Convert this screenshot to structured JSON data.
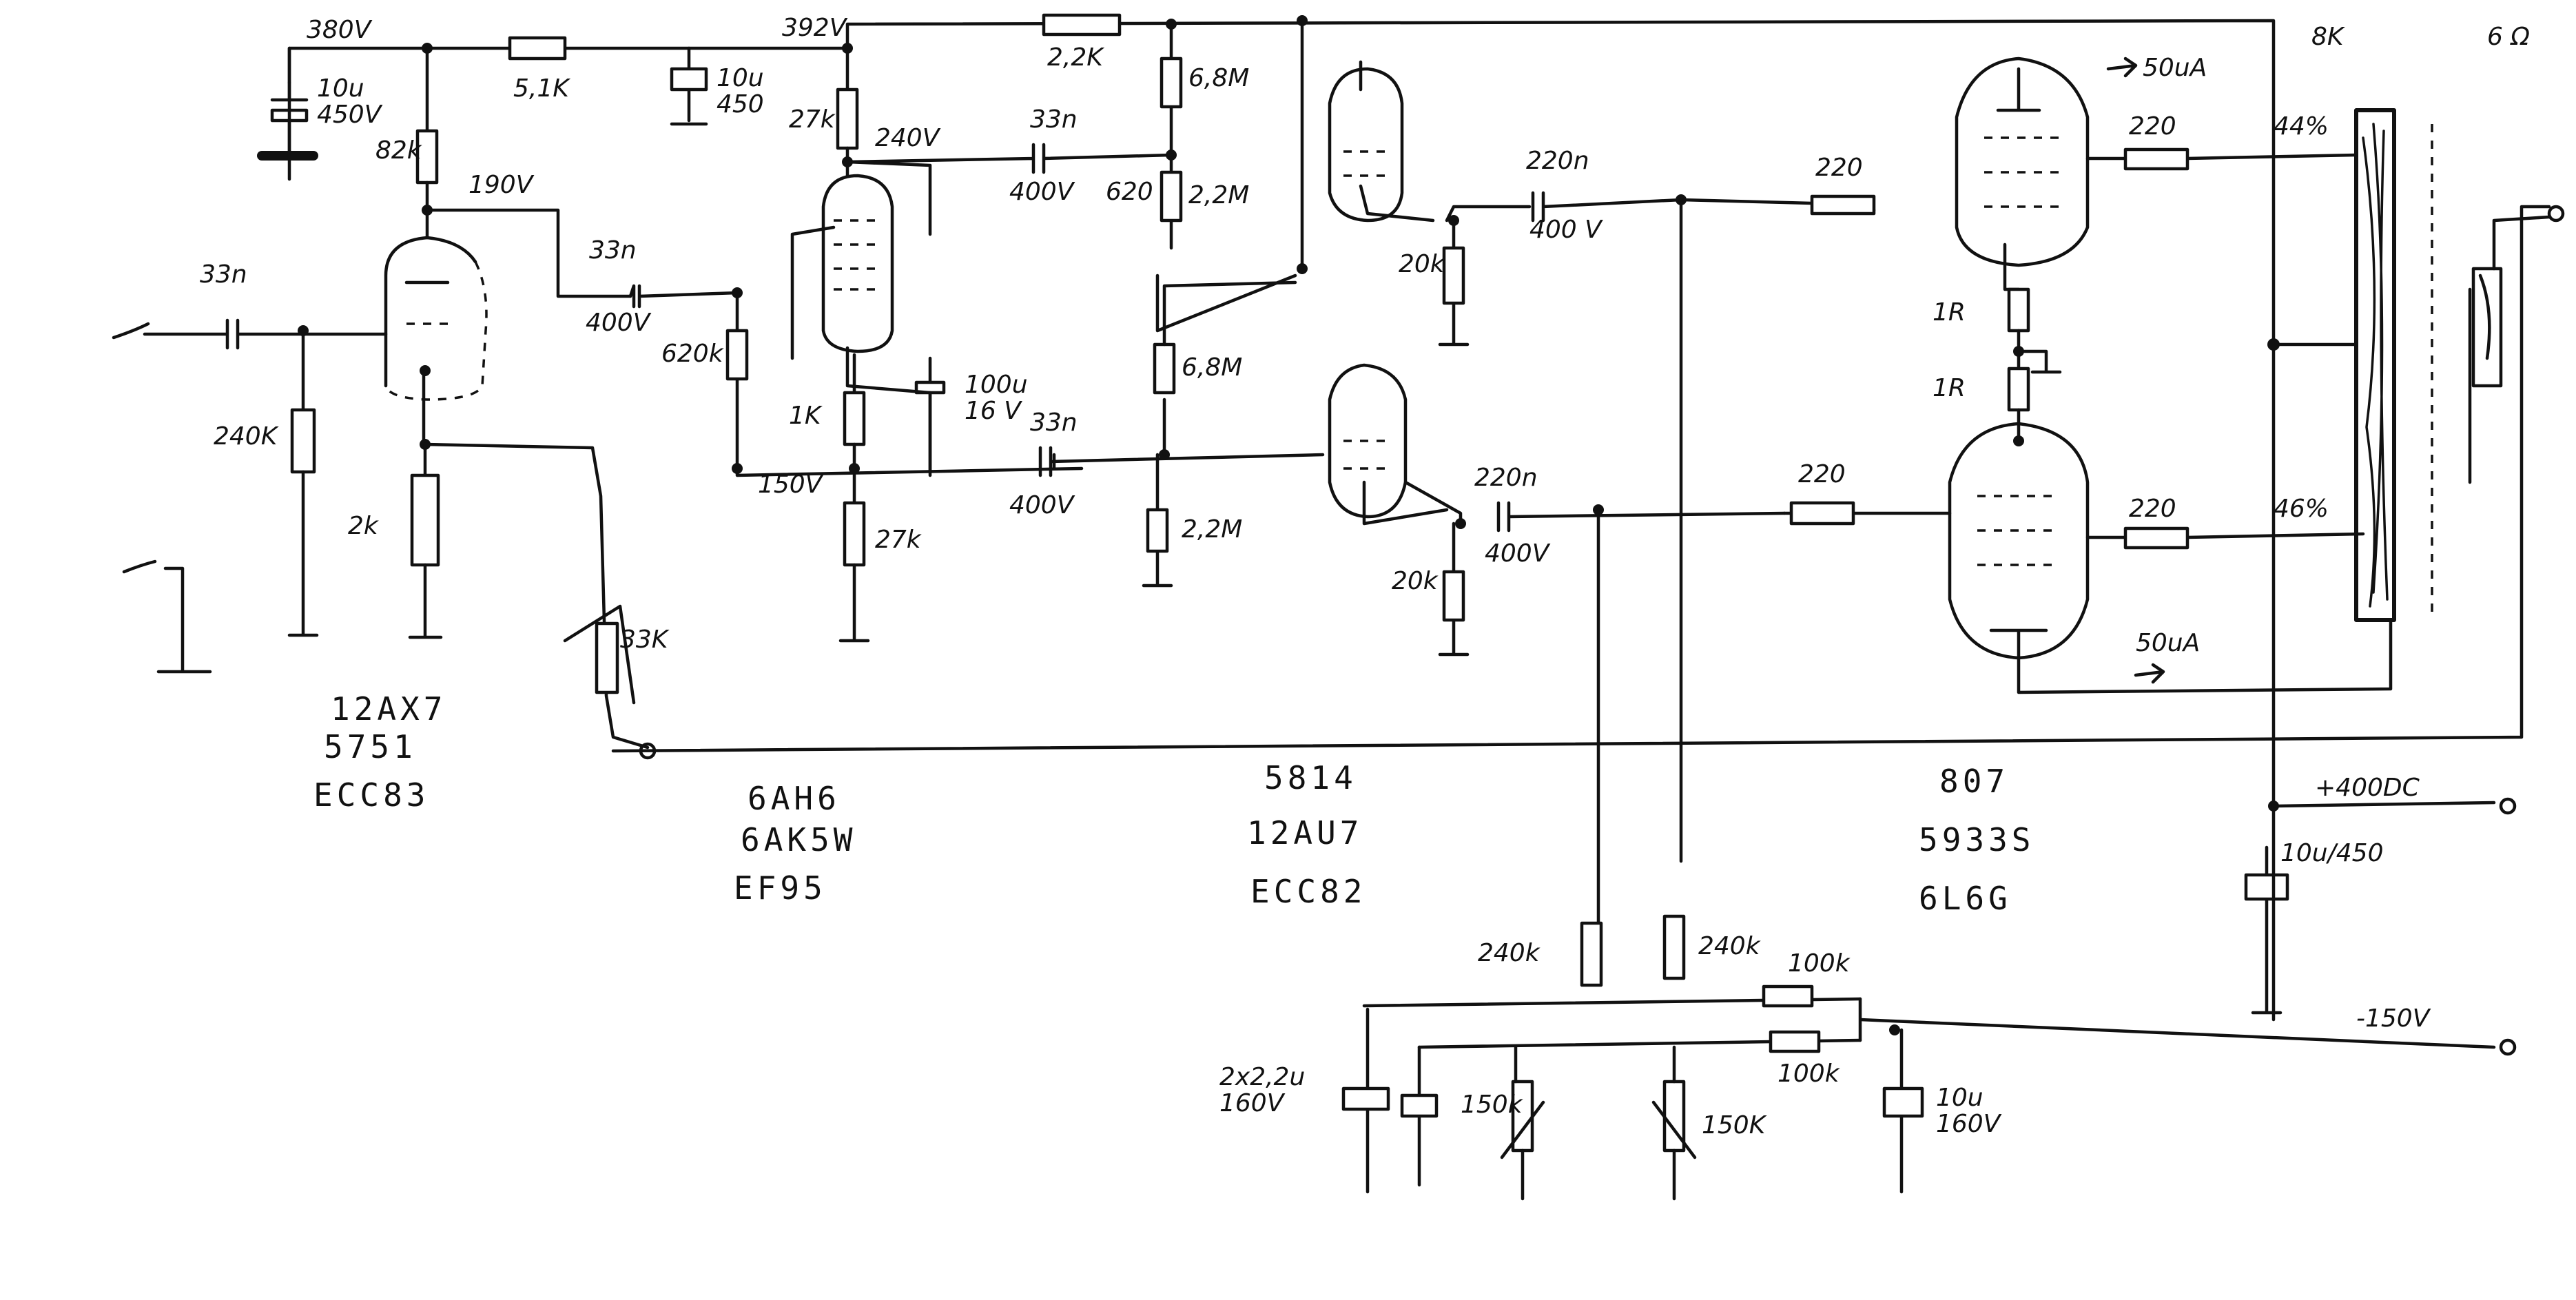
{
  "labels": {
    "v380": "380V",
    "v392": "392V",
    "c10u450v": "10u\n450V",
    "r5k1": "5,1K",
    "c10u450": "10u\n450",
    "r2k2": "2,2K",
    "r6m8_top": "6,8M",
    "r8k": "8K",
    "ohm": "6 Ω",
    "r82k": "82k",
    "v190": "190V",
    "r27k_top": "27k",
    "v240": "240V",
    "c33n_mid": "33n",
    "v400_mid": "400V",
    "r620k_top": "620",
    "r2m2_top": "2,2M",
    "current_top": "50uA",
    "r220_top": "220",
    "pct44": "44%",
    "c220n_top": "220n",
    "v400_top": "400 V",
    "r220_g1": "220",
    "c33n_in": "33n",
    "c33n_coup": "33n",
    "v400_coup": "400V",
    "r620k": "620k",
    "r20k_top": "20k",
    "r1r_a": "1R",
    "r1r_b": "1R",
    "r240k": "240K",
    "r1k": "1K",
    "c100u": "100u\n16 V",
    "c33n_b": "33n",
    "r6m8_b": "6,8M",
    "v150": "150V",
    "v400_b": "400V",
    "r2k2_cath": "2k",
    "r27k_b": "27k",
    "r2m2_b": "2,2M",
    "c220n_b": "220n",
    "v400_b2": "400V",
    "r220_g2": "220",
    "r220_scr2": "220",
    "pct46": "46%",
    "r20k_b": "20k",
    "current_b": "50uA",
    "pot33k": "33K",
    "supply_pos": "+400DC",
    "c10u450_b": "10u/450",
    "r240k_a": "240k",
    "r240k_b": "240k",
    "r100k_a": "100k",
    "r100k_b": "100k",
    "supply_neg": "-150V",
    "c2x22u": "2x2,2u\n160V",
    "pot150k_a": "150k",
    "pot150k_b": "150K",
    "c10u160": "10u\n160V"
  },
  "tubes": {
    "t1": [
      "12AX7",
      "5751",
      "ECC83"
    ],
    "t2": [
      "6AH6",
      "6AK5W",
      "EF95"
    ],
    "t3": [
      "5814",
      "12AU7",
      "ECC82"
    ],
    "t4": [
      "807",
      "5933S",
      "6L6G"
    ]
  }
}
